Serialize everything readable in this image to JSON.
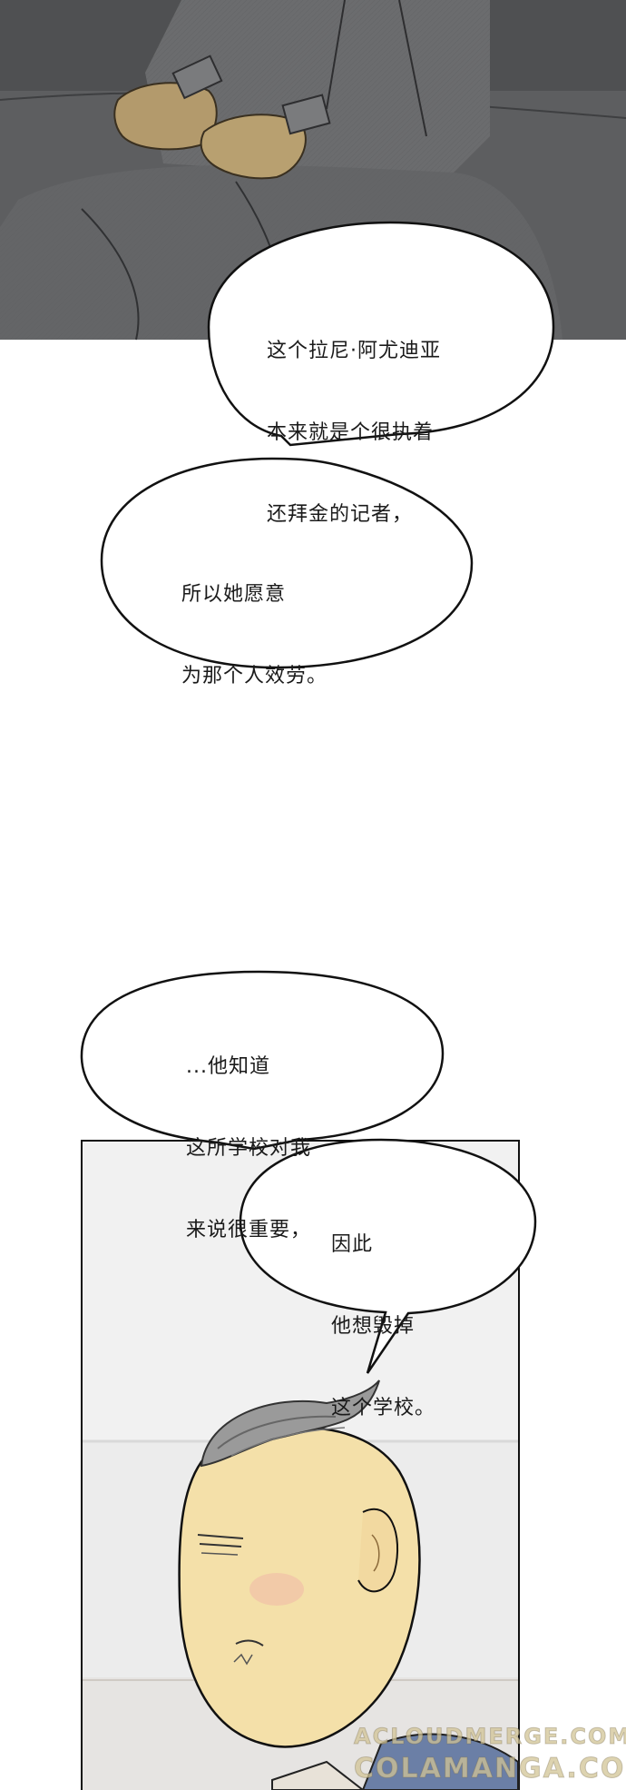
{
  "bubbles": [
    {
      "lines": [
        "这个拉尼·阿尤迪亚",
        "本来就是个很执着",
        "还拜金的记者，"
      ]
    },
    {
      "lines": [
        "所以她愿意",
        "为那个人效劳。"
      ]
    },
    {
      "lines": [
        "...他知道",
        "这所学校对我",
        "来说很重要，"
      ]
    },
    {
      "lines": [
        "因此",
        "他想毁掉",
        "这个学校。"
      ]
    }
  ],
  "watermark": {
    "line1": "ACLOUDMERGE.COM",
    "line2": "COLAMANGA.COM"
  },
  "colors": {
    "top_panel_bg": "#5a5a5a",
    "suit": "#6d6e70",
    "skin": "#f3dfa7",
    "hair": "#8e8e8e",
    "bubble_outline": "#111111"
  }
}
